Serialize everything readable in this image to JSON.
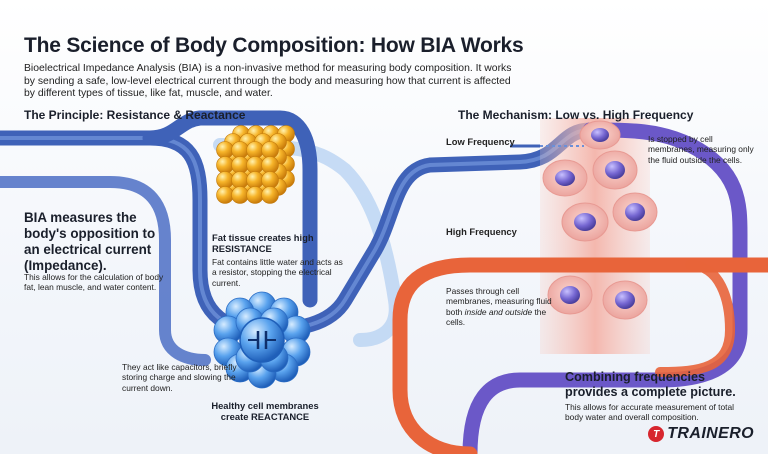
{
  "title": "The Science of Body Composition: How BIA Works",
  "intro": "Bioelectrical Impedance Analysis (BIA) is a non-invasive method for measuring body composition. It works by sending a safe, low-level electrical current through the body and measuring how that current is affected by different types of tissue, like fat, muscle, and water.",
  "principle": {
    "heading": "The Principle: Resistance & Reactance",
    "main_line1": "BIA measures the",
    "main_line2": "body's opposition to",
    "main_line3": "an electrical current",
    "main_line4": "(Impedance).",
    "main_desc": "This allows for the calculation of body fat, lean muscle, and water content.",
    "fat_title_1": "Fat tissue creates high",
    "fat_title_2": "RESISTANCE",
    "fat_desc": "Fat contains little water and acts as a resistor, stopping the electrical current.",
    "cap_desc": "They act like capacitors, briefly storing charge and slowing the current down.",
    "membrane_title_1": "Healthy cell membranes",
    "membrane_title_2": "create REACTANCE"
  },
  "mechanism": {
    "heading": "The Mechanism: Low vs. High Frequency",
    "low_label": "Low Frequency",
    "low_desc": "Is stopped by cell membranes, measuring only the fluid outside the cells.",
    "high_label": "High Frequency",
    "high_desc_a": "Passes through cell membranes, measuring fluid both ",
    "high_desc_b": "inside and outside",
    "high_desc_c": " the cells.",
    "combo_1": "Combining frequencies",
    "combo_2": "provides a complete picture.",
    "combo_desc": "This allows for accurate measurement of total body water and overall composition."
  },
  "brand": {
    "mark": "T",
    "name": "TRAINERO"
  },
  "colors": {
    "blue_path": "#3f62b8",
    "orange_path": "#e8643a",
    "purple_path": "#6b58c8",
    "cell_pink": "#f0b0a8",
    "cell_nucleus": "#7b6fd0",
    "fat_gold": "#f2a81e",
    "membrane_blue": "#4a8fe0"
  }
}
